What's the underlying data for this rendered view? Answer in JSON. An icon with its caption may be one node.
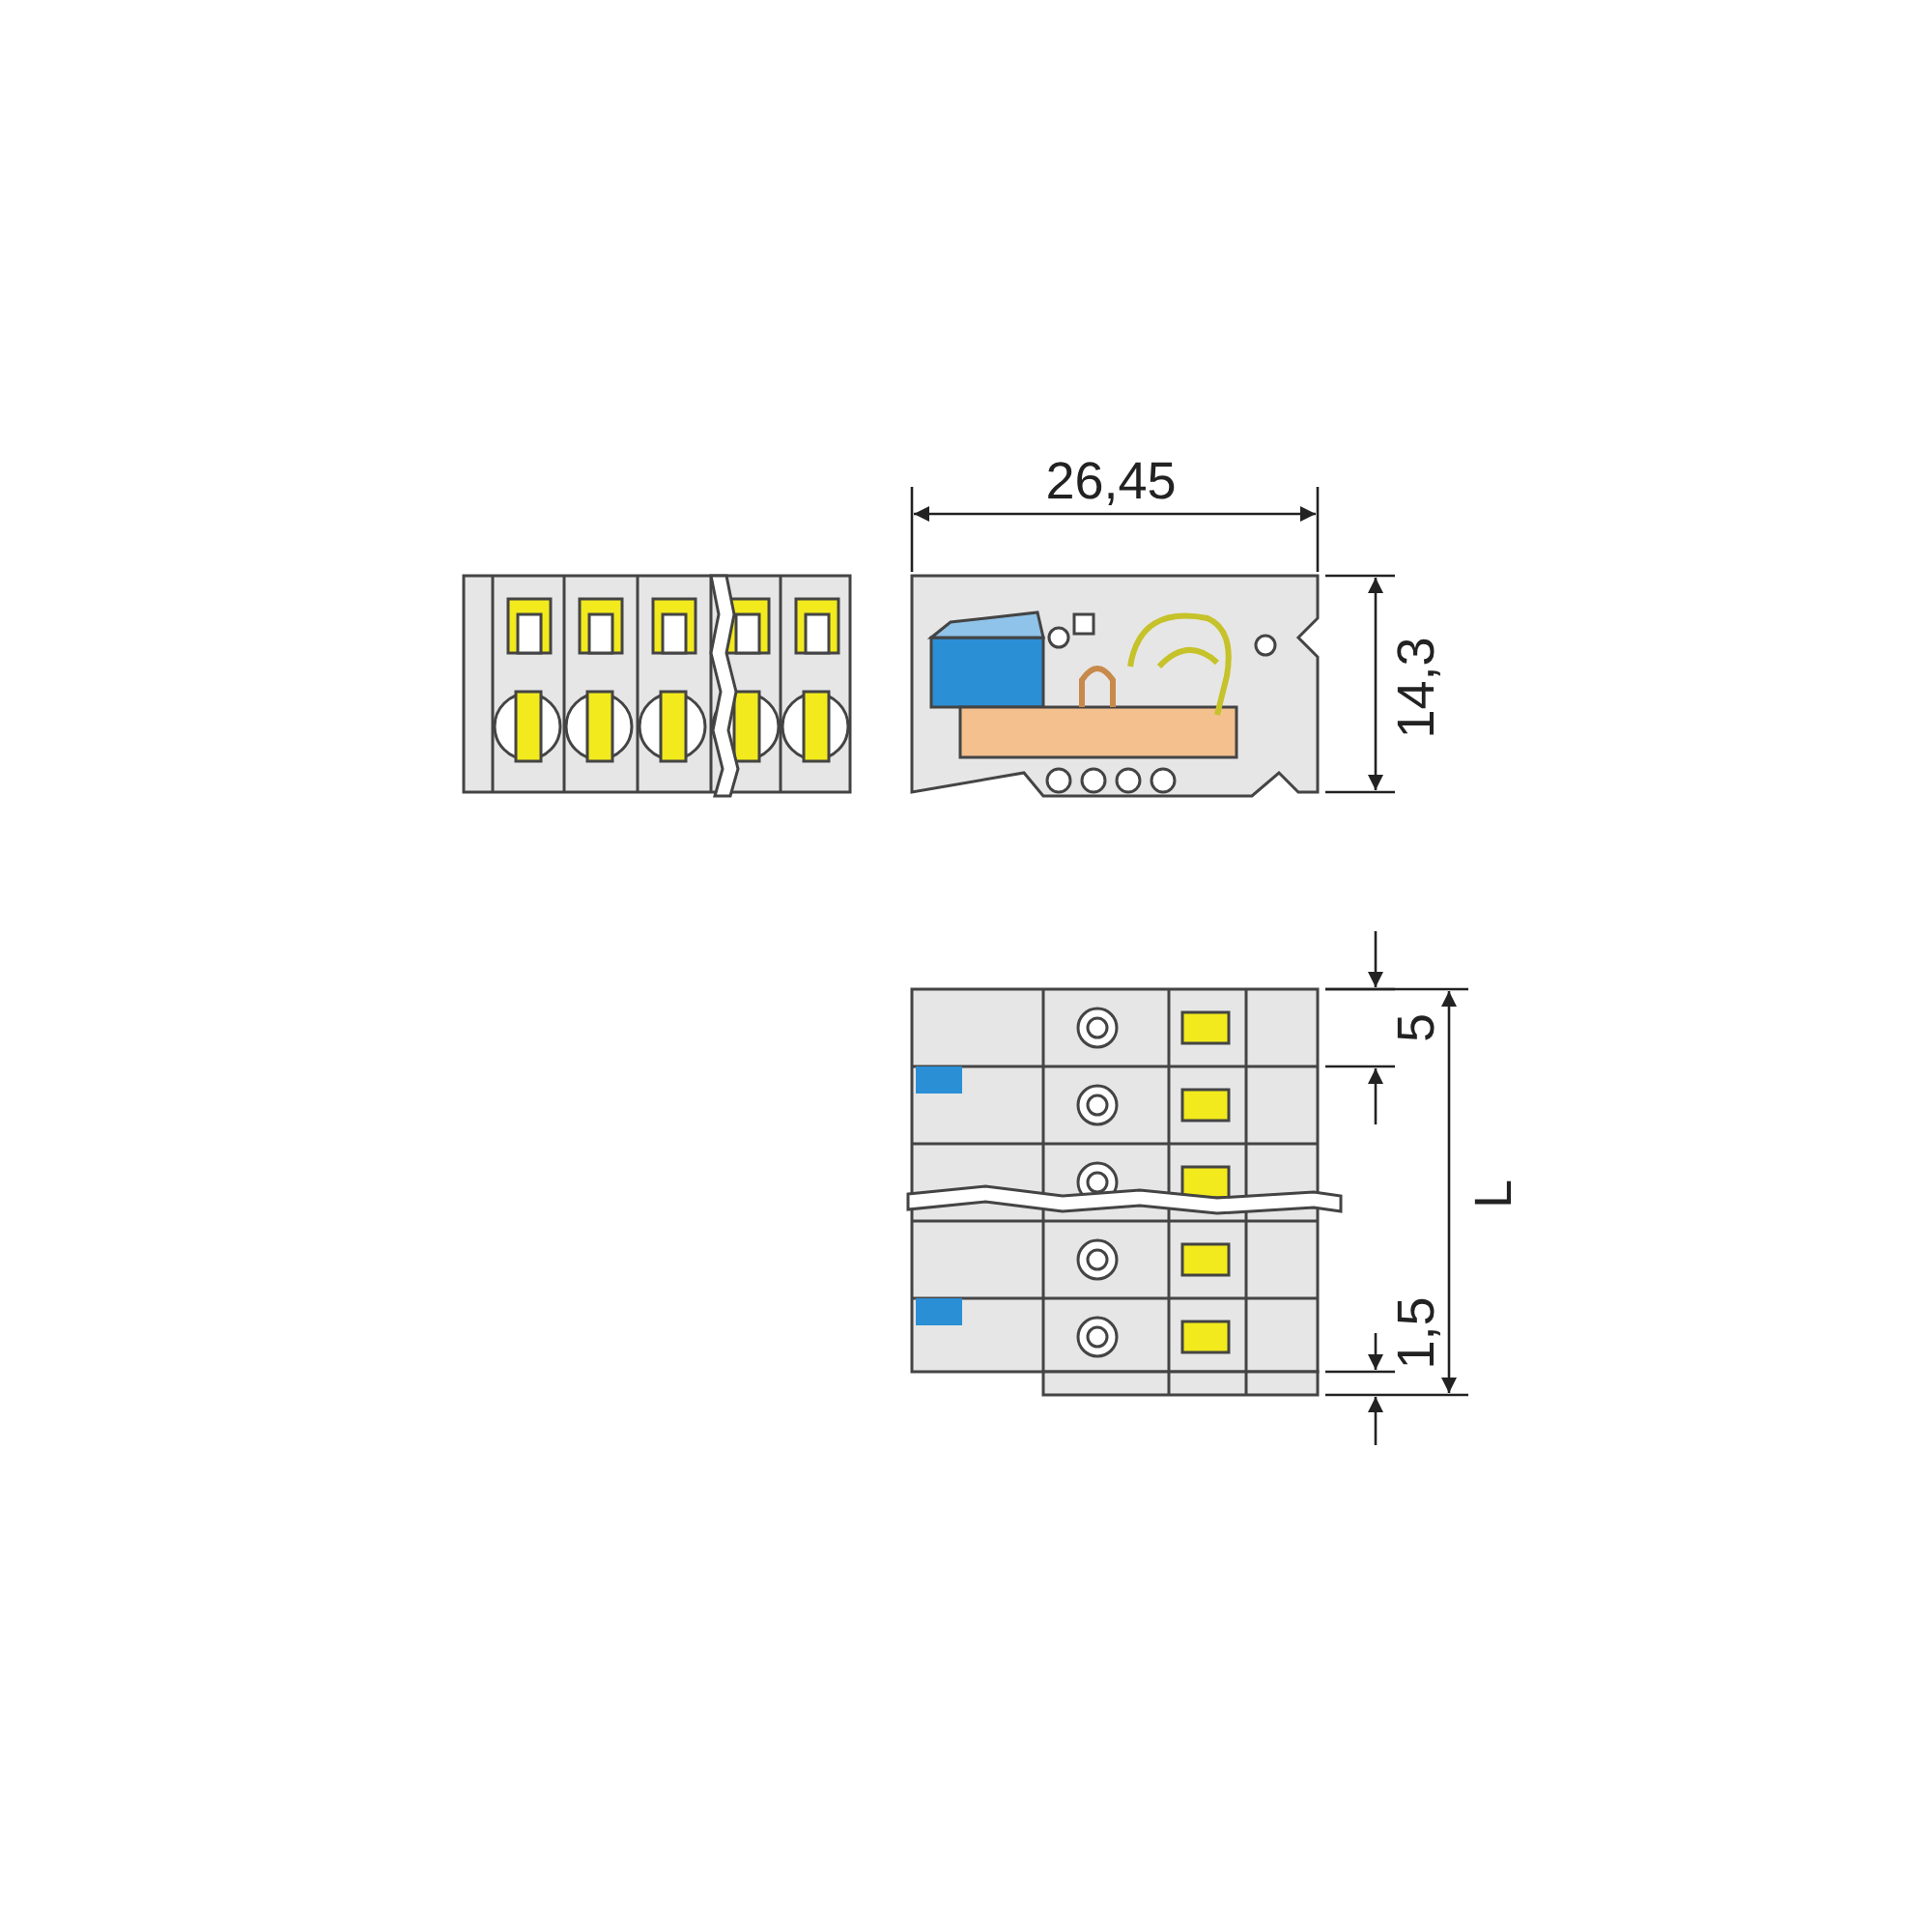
{
  "diagram": {
    "labels": [
      "26,45",
      "14,3",
      "5",
      "L",
      "1,5"
    ]
  }
}
